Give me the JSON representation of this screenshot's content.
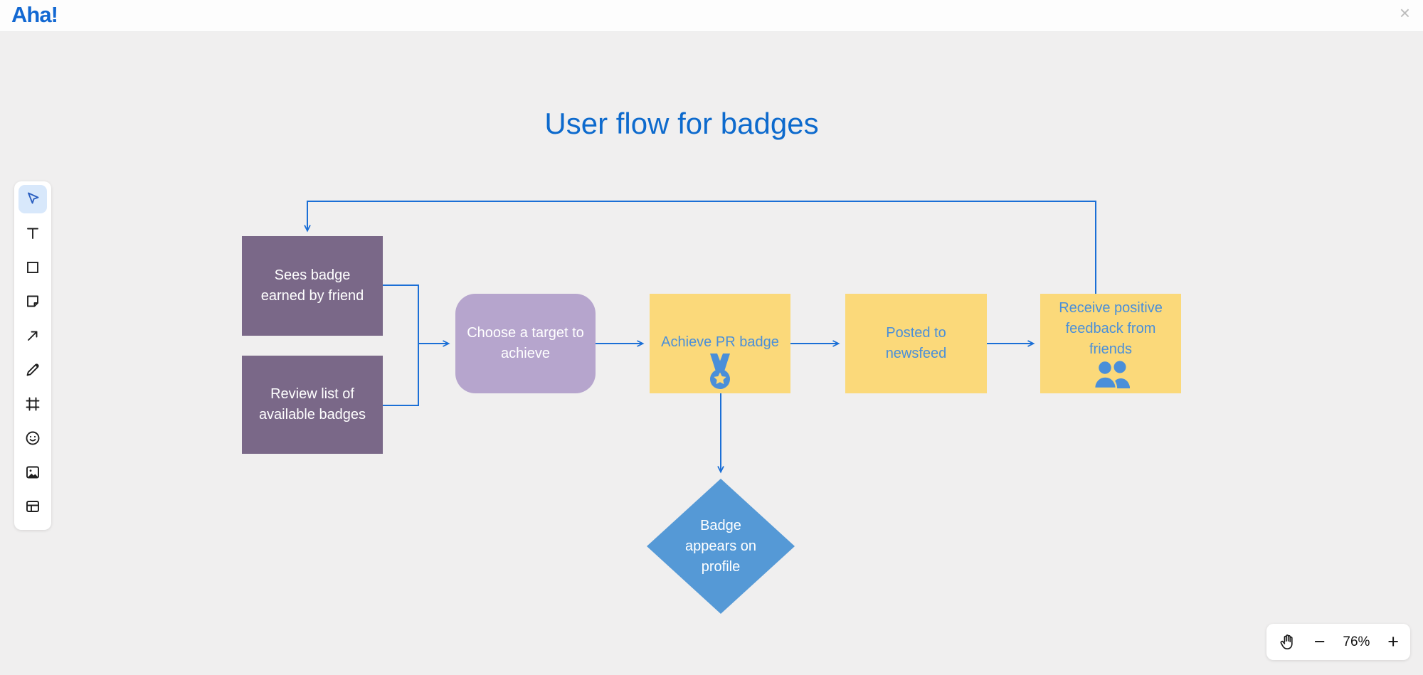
{
  "header": {
    "logo_text": "Aha!",
    "close_glyph": "×"
  },
  "board": {
    "title": "User flow for badges"
  },
  "toolbar": {
    "tools": [
      "select",
      "text",
      "shape",
      "sticky-note",
      "connector",
      "draw",
      "frame",
      "emoji",
      "image",
      "layout"
    ],
    "selected_tool": "select"
  },
  "nodes": {
    "sees_badge": {
      "label": "Sees badge earned by friend",
      "type": "rectangle",
      "color": "#7a6888"
    },
    "review_list": {
      "label": "Review list of available badges",
      "type": "rectangle",
      "color": "#7a6888"
    },
    "choose_target": {
      "label": "Choose a target to achieve",
      "type": "rounded-rectangle",
      "color": "#b6a5cd"
    },
    "achieve_pr": {
      "label": "Achieve PR badge",
      "type": "rectangle",
      "color": "#fbd97a",
      "icon": "medal-icon"
    },
    "posted_newsfeed": {
      "label": "Posted to newsfeed",
      "type": "rectangle",
      "color": "#fbd97a"
    },
    "receive_feedback": {
      "label": "Receive positive feedback from friends",
      "type": "rectangle",
      "color": "#fbd97a",
      "icon": "people-icon"
    },
    "badge_profile": {
      "label": "Badge appears on profile",
      "type": "diamond",
      "color": "#5599d6"
    }
  },
  "zoom_controls": {
    "zoom_level": "76%",
    "minus_glyph": "−",
    "plus_glyph": "+"
  },
  "colors": {
    "connector": "#1b6fd6",
    "title_text": "#0d6acd",
    "canvas_bg": "#f0efef",
    "yellow_node_text": "#4a8fd9",
    "logo_blue": "#1268d2"
  }
}
